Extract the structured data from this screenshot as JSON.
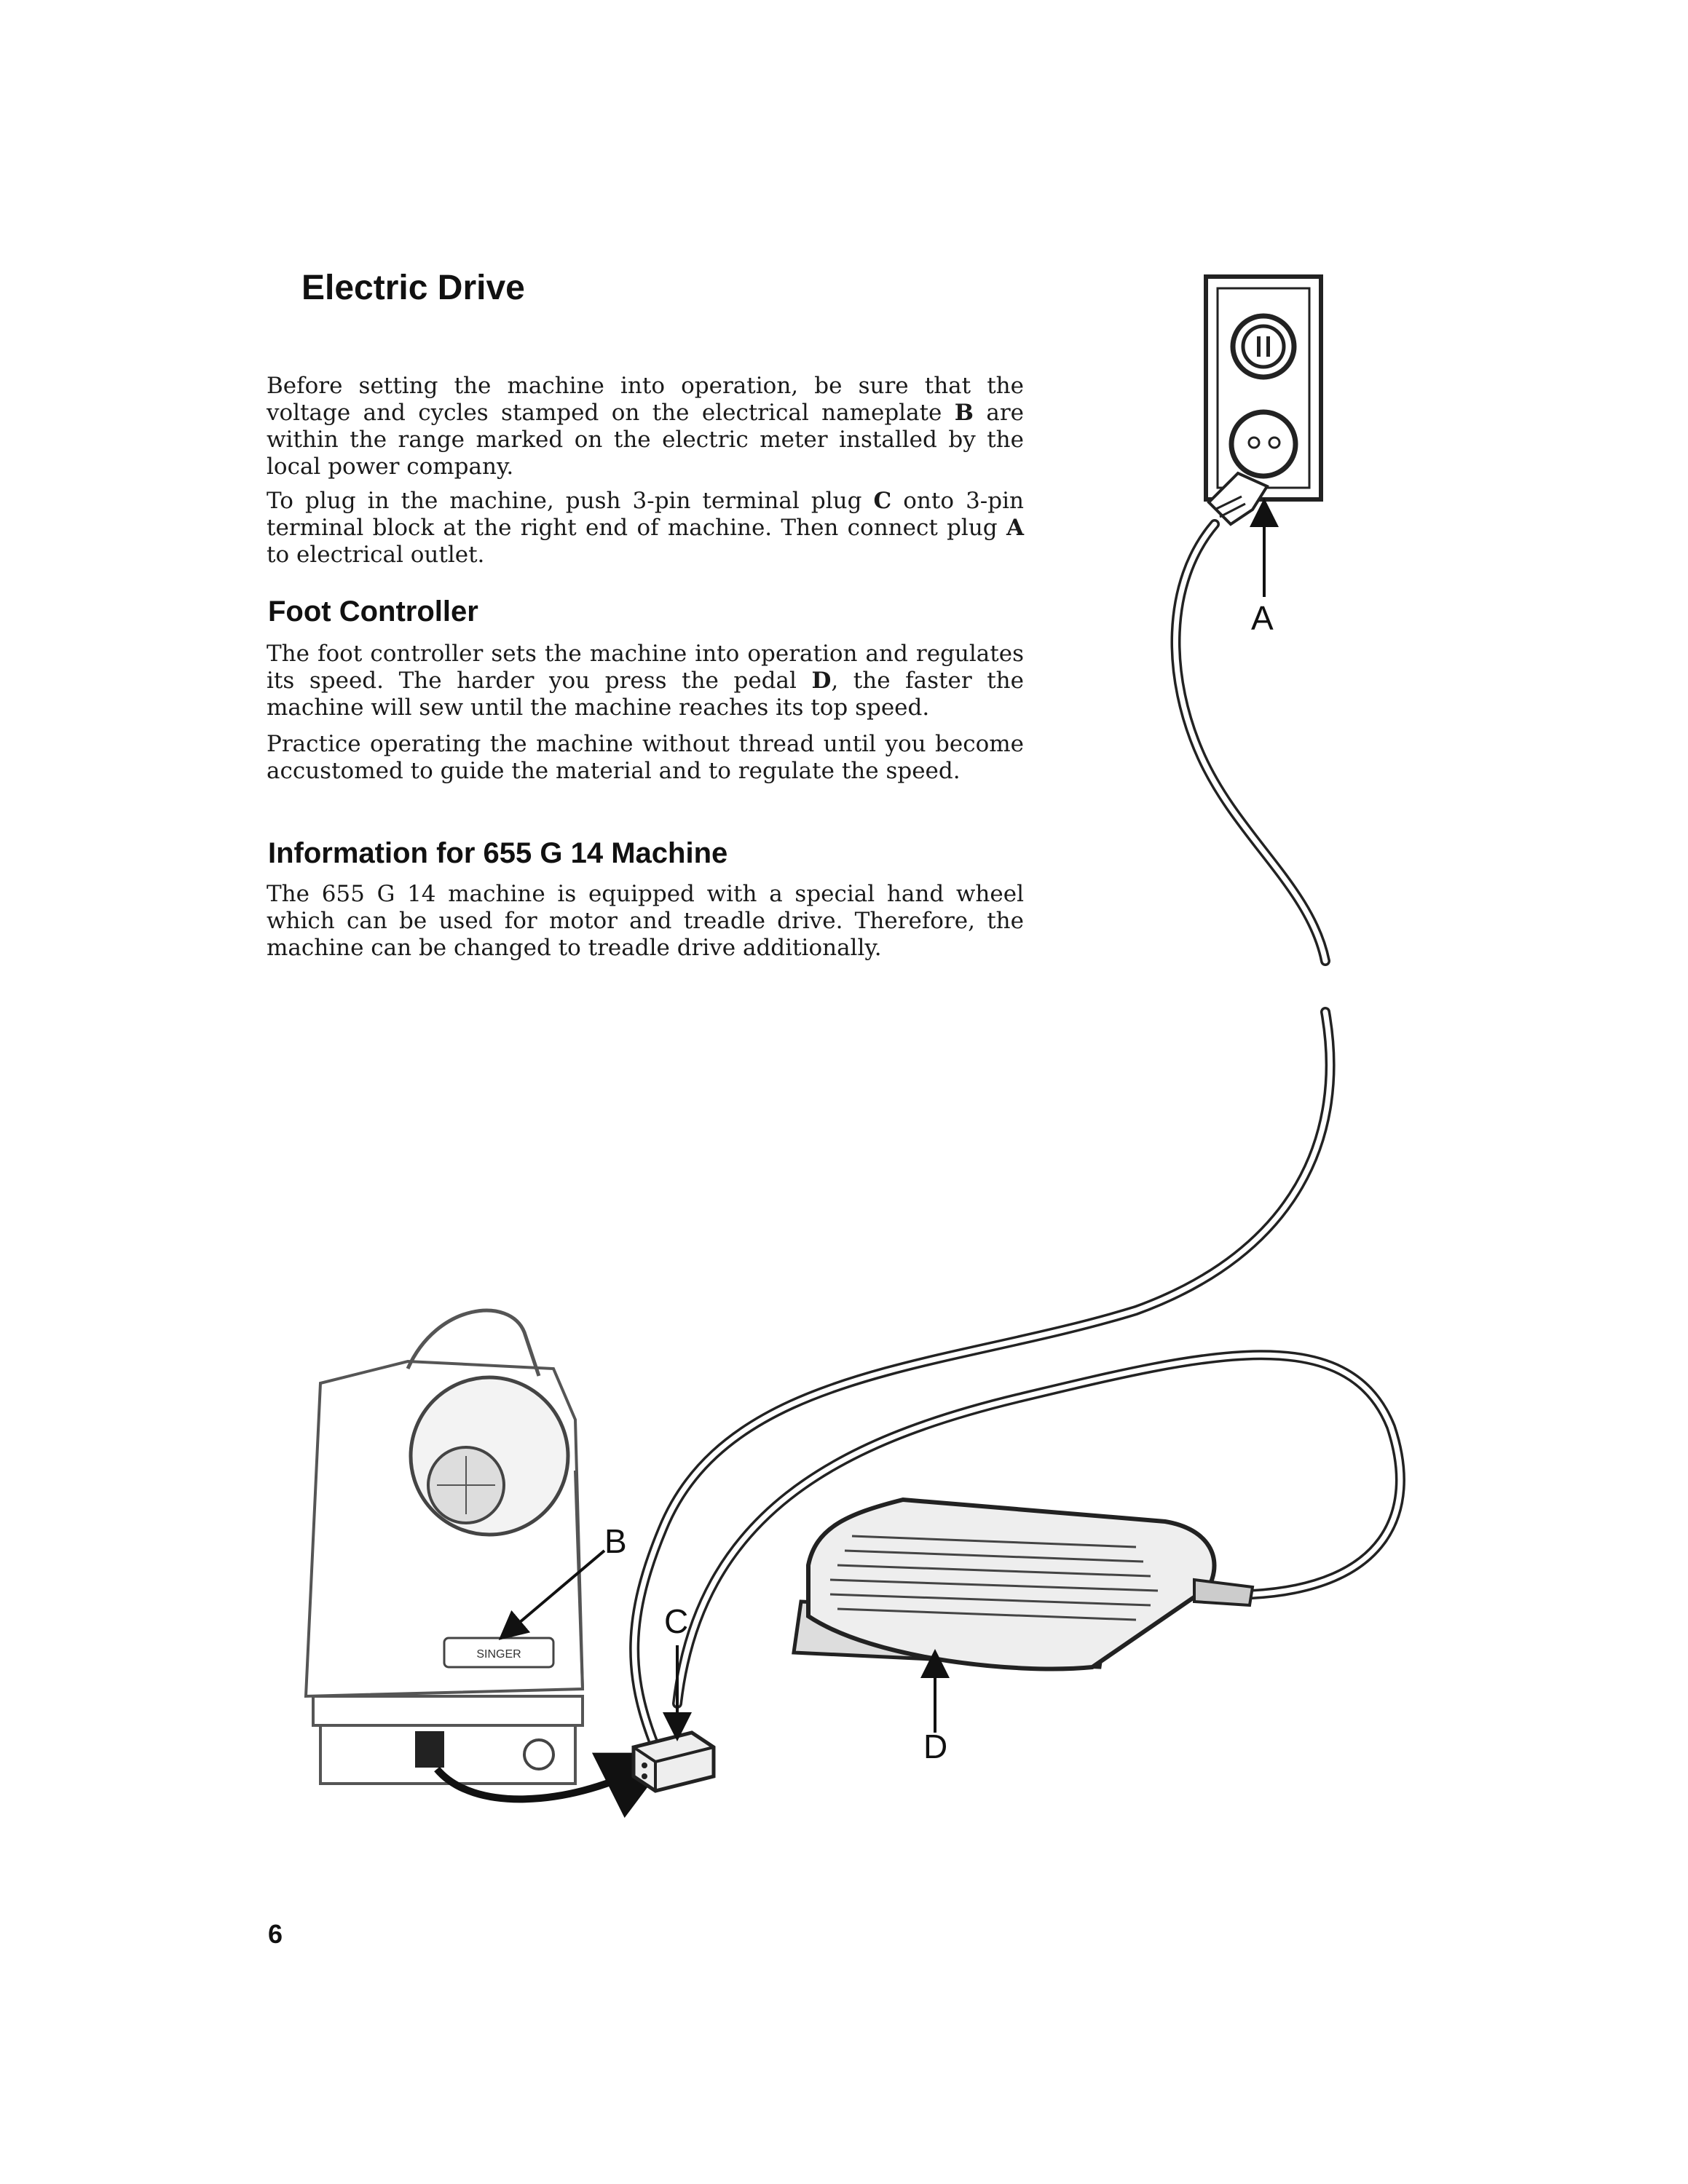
{
  "sections": {
    "electric_drive": {
      "title": "Electric Drive",
      "p1": [
        "Before setting the machine into operation, be sure that the voltage and cycles stamped on the electrical nameplate ",
        "B",
        " are within the range marked on the electric meter installed by the local power company."
      ],
      "p2": [
        "To plug in the machine, push 3-pin terminal plug ",
        "C",
        " onto 3-pin terminal block at the right end of machine. Then connect plug ",
        "A",
        " to electrical outlet."
      ]
    },
    "foot_controller": {
      "title": "Foot Controller",
      "p1": [
        "The foot controller sets the machine into operation and regulates its speed. The harder you press the pedal ",
        "D",
        ", the faster the machine will sew until the machine reaches its top speed."
      ],
      "p2": "Practice operating the machine without thread until you become accustomed to guide the material and to regulate the speed."
    },
    "info_655": {
      "title": "Information for 655 G 14 Machine",
      "p1": "The 655 G 14 machine is equipped with a special hand wheel which can be used for motor and treadle drive. Therefore, the machine can be changed to treadle drive additionally."
    }
  },
  "illustration": {
    "callouts": {
      "a": "A",
      "b": "B",
      "c": "C",
      "d": "D"
    },
    "nameplate_text": "SINGER"
  },
  "page_number": "6"
}
